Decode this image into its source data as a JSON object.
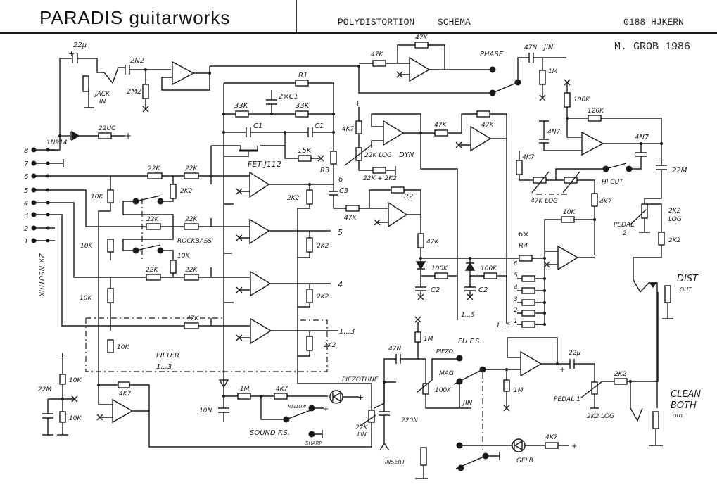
{
  "header": {
    "brand": "PARADIS guitarworks",
    "title": "POLYDISTORTION",
    "type": "SCHEMA",
    "code": "0188 HJKERN",
    "author": "M. GROB 1986"
  },
  "labels": {
    "c_input": "22μ",
    "c_2n2": "2N2",
    "r_2m2": "2M2",
    "jack_in": "JACK\nIN",
    "diode_1n914": "1N914",
    "r_22uc": "22UC",
    "r1": "R1",
    "c_2xc1": "2×C1",
    "r_33k_a": "33K",
    "r_33k_b": "33K",
    "c1_a": "C1",
    "c1_b": "C1",
    "r_15k": "15K",
    "fet": "FET J112",
    "r3": "R3",
    "r_4k7_dyn": "4K7",
    "pot_22klog": "22K LOG",
    "dyn": "DYN",
    "r_22k_2k2": "22K + 2K2",
    "r_47k_inv_a": "47K",
    "r_47k_inv_b": "47K",
    "r_47k_dyn_a": "47K",
    "r_47k_dyn_b": "47K",
    "phase": "PHASE",
    "c_47n_jin": "47N",
    "jin": "JIN",
    "r_1m_top": "1M",
    "r_100k": "100K",
    "r_120k": "120K",
    "c_4n7_a": "4N7",
    "c_4n7_b": "4N7",
    "r_4k7_hc": "4K7",
    "pot_47klog": "47K LOG",
    "hi_cut": "HI CUT",
    "c_22m_out": "22M",
    "r_4k7_b": "4K7",
    "r_10k_sum": "10K",
    "pot_2k2log": "2K2\nLOG",
    "pedal_2": "PEDAL\n2",
    "r_2k2_out": "2K2",
    "dist_out": "DIST\nOUT",
    "six_r4": "6×\nR4",
    "r_47k_c2": "47K",
    "r_100k_a": "100K",
    "r_100k_b": "100K",
    "c2_a": "C2",
    "c2_b": "C2",
    "range_a": "1...5",
    "range_b": "1...5",
    "r2": "R2",
    "c3": "C3",
    "r_47k_c3": "47K",
    "node_6": "6",
    "node_5": "5",
    "node_4": "4",
    "node_13": "1...3",
    "r_22k_1": "22K",
    "r_22k_2": "22K",
    "r_22k_3": "22K",
    "r_22k_4": "22K",
    "r_22k_5": "22K",
    "r_22k_6": "22K",
    "r_2k2_sw": "2K2",
    "rockbass": "ROCKBASS",
    "r_10k_sw": "10K",
    "r_10k_l1": "10K",
    "r_10k_l2": "10K",
    "r_10k_l3": "10K",
    "r_2k2_o6": "2K2",
    "r_2k2_o5": "2K2",
    "r_2k2_o4": "2K2",
    "r_2k2_o13": "2K2",
    "r_47k_filter": "47K",
    "r_10k_filter": "10K",
    "filter": "FILTER\n1...3",
    "connector": "2× NEUTRIK",
    "pins": [
      "8",
      "7",
      "6",
      "5",
      "4",
      "3",
      "2",
      "1"
    ],
    "bias_22m": "22M",
    "bias_10k_a": "10K",
    "bias_10k_b": "10K",
    "r_4k7_inv": "4K7",
    "c_10n": "10N",
    "r_1m_led": "1M",
    "r_4k7_led": "4K7",
    "mellow": "MELLOW",
    "sharp": "SHARP",
    "sound_fs": "SOUND F.S.",
    "piezotune": "PIEZOTUNE",
    "pot_22k_lin": "22K\nLIN",
    "c_220n": "220N",
    "insert": "INSERT",
    "c_47n_pu": "47N",
    "r_1m_pu": "1M",
    "pu_fs": "PU F.S.",
    "piezo": "PIEZO",
    "mag": "MAG",
    "pot_100k": "100K",
    "jin_pu": "JIN",
    "r_1m_buf": "1M",
    "gelb": "GELB",
    "r_4k7_gelb": "4K7",
    "c_22m_clean": "22μ",
    "r_2k2_clean": "2K2",
    "pedal_1": "PEDAL 1",
    "pot_2k2log_clean": "2K2 LOG",
    "clean_both": "CLEAN\nBOTH",
    "clean_out": "OUT",
    "plus": "+"
  }
}
